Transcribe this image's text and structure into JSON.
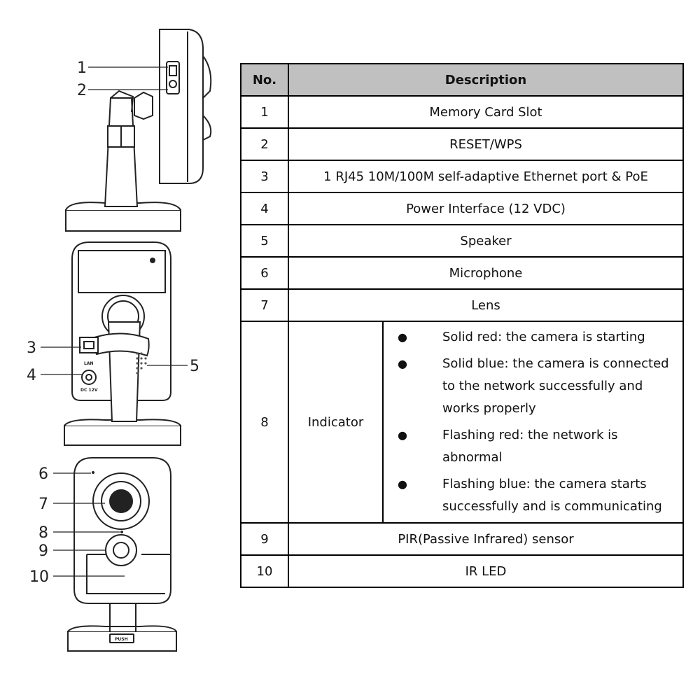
{
  "diagram": {
    "callouts": [
      "1",
      "2",
      "3",
      "4",
      "5",
      "6",
      "7",
      "8",
      "9",
      "10"
    ],
    "port_labels": {
      "lan": "LAN",
      "dc": "DC 12V",
      "push": "PUSH"
    }
  },
  "table": {
    "headers": {
      "no": "No.",
      "description": "Description"
    },
    "rows": [
      {
        "no": "1",
        "description": "Memory Card Slot"
      },
      {
        "no": "2",
        "description": "RESET/WPS"
      },
      {
        "no": "3",
        "description": "1 RJ45 10M/100M self-adaptive Ethernet port & PoE"
      },
      {
        "no": "4",
        "description": "Power Interface (12 VDC)"
      },
      {
        "no": "5",
        "description": "Speaker"
      },
      {
        "no": "6",
        "description": "Microphone"
      },
      {
        "no": "7",
        "description": "Lens"
      },
      {
        "no": "8",
        "label": "Indicator",
        "items": [
          "Solid red: the camera is starting",
          "Solid blue: the camera is connected to the network successfully and works properly",
          "Flashing red: the network is abnormal",
          "Flashing blue: the camera starts successfully and is communicating"
        ]
      },
      {
        "no": "9",
        "description": "PIR(Passive Infrared) sensor"
      },
      {
        "no": "10",
        "description": "IR LED"
      }
    ]
  }
}
